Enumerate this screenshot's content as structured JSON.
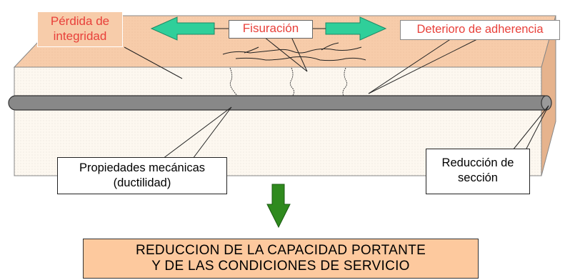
{
  "labels": {
    "perdida": "Pérdida de\nintegridad",
    "fisuracion": "Fisuración",
    "deterioro": "Deterioro de adherencia",
    "propiedades": "Propiedades mecánicas\n(ductilidad)",
    "reduccion_seccion": "Reducción de\nsección"
  },
  "result": "REDUCCION DE LA CAPACIDAD PORTANTE\nY DE LAS CONDICIONES DE SERVICIO",
  "colors": {
    "concrete_top": "#f7ccaa",
    "concrete_front": "#fdf8f0",
    "concrete_side": "#e6b38d",
    "rebar": "#888888",
    "arrow_green": "#2fcf9a",
    "arrow_down": "#2f8a1e",
    "result_fill": "#fdc99e",
    "label_red": "#e8403a"
  }
}
